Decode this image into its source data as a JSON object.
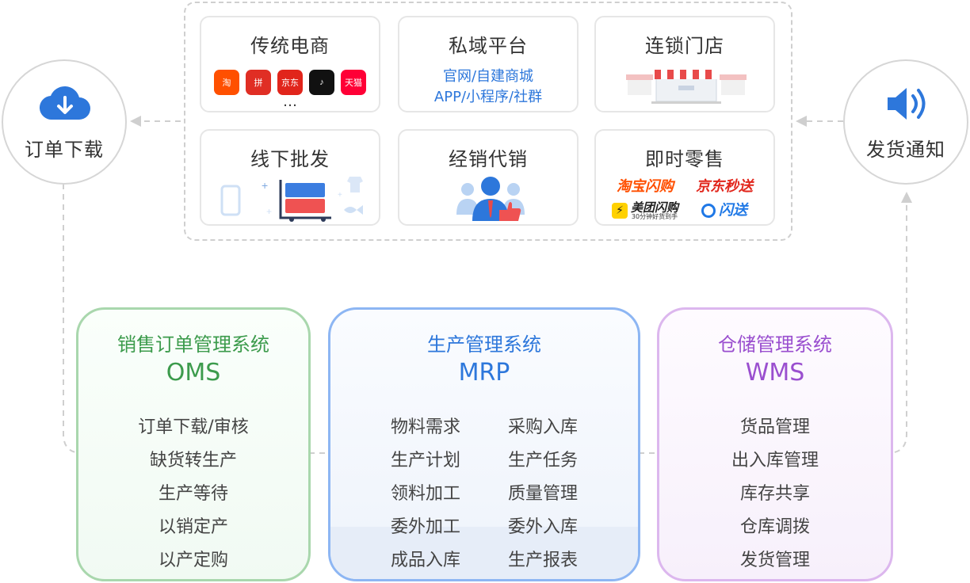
{
  "channels": {
    "traditional_ecommerce": {
      "title": "传统电商",
      "logos": [
        {
          "text": "淘",
          "color": "#ff5000"
        },
        {
          "text": "拼",
          "color": "#e02e24"
        },
        {
          "text": "京东",
          "color": "#e1251b"
        },
        {
          "text": "♪",
          "color": "#111111"
        },
        {
          "text": "天猫",
          "color": "#ff0036"
        }
      ],
      "more": "…"
    },
    "private_domain": {
      "title": "私域平台",
      "line1": "官网/自建商城",
      "line2": "APP/小程序/社群"
    },
    "chain_store": {
      "title": "连锁门店"
    },
    "offline_wholesale": {
      "title": "线下批发"
    },
    "distribution": {
      "title": "经销代销"
    },
    "instant_retail": {
      "title": "即时零售",
      "brands": [
        {
          "text": "淘宝闪购",
          "color": "#ff4f00"
        },
        {
          "text": "京东秒送",
          "color": "#e1251b"
        },
        {
          "text": "美团闪购",
          "color": "#222222",
          "sub": "30分钟好货到手"
        },
        {
          "text": "闪送",
          "color": "#1f78e6"
        }
      ]
    }
  },
  "left_node": {
    "label": "订单下载",
    "icon": "cloud-download-icon"
  },
  "right_node": {
    "label": "发货通知",
    "icon": "speaker-icon"
  },
  "systems": {
    "oms": {
      "title": "销售订单管理系统",
      "abbr": "OMS",
      "items": [
        "订单下载/审核",
        "缺货转生产",
        "生产等待",
        "以销定产",
        "以产定购"
      ]
    },
    "mrp": {
      "title": "生产管理系统",
      "abbr": "MRP",
      "items": [
        "物料需求",
        "采购入库",
        "生产计划",
        "生产任务",
        "领料加工",
        "质量管理",
        "委外加工",
        "委外入库",
        "成品入库",
        "生产报表"
      ]
    },
    "wms": {
      "title": "仓储管理系统",
      "abbr": "WMS",
      "items": [
        "货品管理",
        "出入库管理",
        "库存共享",
        "仓库调拨",
        "发货管理"
      ]
    }
  },
  "colors": {
    "oms": "#3c9b4c",
    "mrp": "#2d77db",
    "wms": "#9a4fcf",
    "connector": "#cfcfcf",
    "icon_blue": "#2d77db"
  }
}
